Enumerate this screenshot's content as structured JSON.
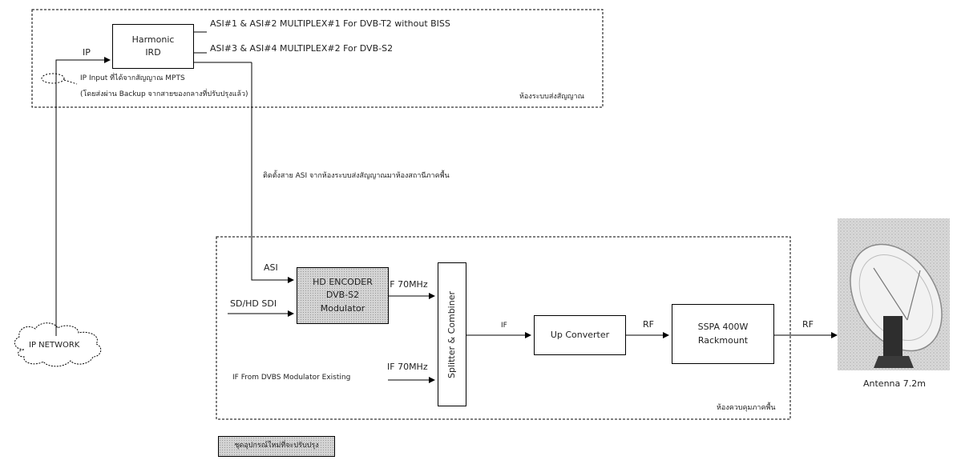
{
  "top_panel": {
    "device_line1": "Harmonic",
    "device_line2": "IRD",
    "ip_label": "IP",
    "asi_line1": "ASI#1 & ASI#2 MULTIPLEX#1 For DVB-T2 without BISS",
    "asi_line2": "ASI#3 & ASI#4 MULTIPLEX#2 For DVB-S2",
    "note_line1": "IP Input ที่ได้จากสัญญาณ MPTS",
    "note_line2": "(โดยส่งผ่าน Backup จากสายของกลางที่ปรับปรุงแล้ว)",
    "room_label": "ห้องระบบส่งสัญญาณ"
  },
  "cable_note": "ติดตั้งสาย ASI จากห้องระบบส่งสัญญาณมาห้องสถานีภาคพื้น",
  "bottom_panel": {
    "asi_label": "ASI",
    "sdi_label": "SD/HD SDI",
    "encoder_line1": "HD ENCODER",
    "encoder_line2": "DVB-S2",
    "encoder_line3": "Modulator",
    "if70_label1": "IF 70MHz",
    "if70_label2": "IF 70MHz",
    "if_from_label": "IF From DVBS Modulator Existing",
    "splitter_label": "Splitter & Combiner",
    "if_label": "IF",
    "upconverter_label": "Up Converter",
    "rf_label1": "RF",
    "sspa_line1": "SSPA 400W",
    "sspa_line2": "Rackmount",
    "rf_label2": "RF",
    "room_label": "ห้องควบคุมภาคพื้น"
  },
  "ip_network_label": "IP NETWORK",
  "antenna_label": "Antenna 7.2m",
  "legend_label": "ชุดอุปกรณ์ใหม่ที่จะปรับปรุง"
}
